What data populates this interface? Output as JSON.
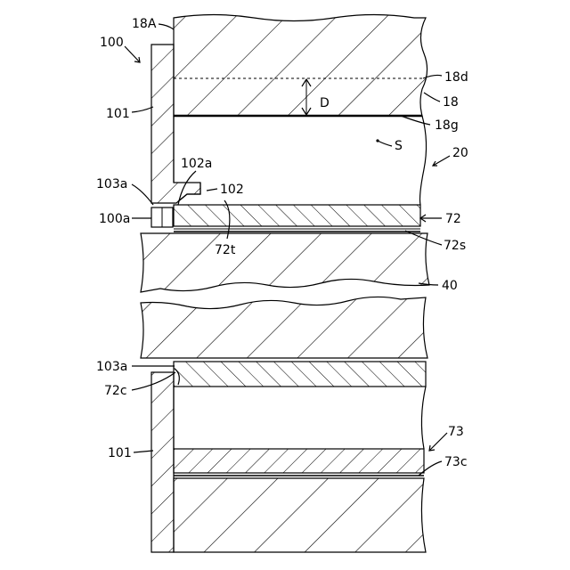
{
  "labels": {
    "l100": "100",
    "l18A": "18A",
    "l18d": "18d",
    "l18": "18",
    "l18g": "18g",
    "lD": "D",
    "lS": "S",
    "l20": "20",
    "l101_top": "101",
    "l102a": "102a",
    "l102": "102",
    "l103a_top": "103a",
    "l100a": "100a",
    "l72": "72",
    "l72t": "72t",
    "l72s": "72s",
    "l40": "40",
    "l103a_bottom": "103a",
    "l72c": "72c",
    "l73": "73",
    "l101_bottom": "101",
    "l73c": "73c"
  },
  "colors": {
    "line": "#000000",
    "background": "#ffffff"
  }
}
